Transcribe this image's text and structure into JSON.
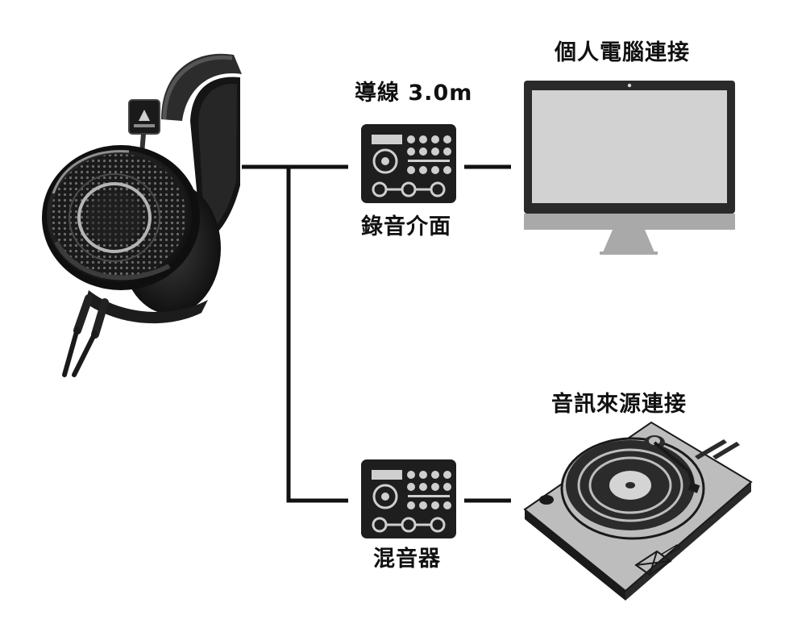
{
  "diagram": {
    "cable_label": "導線 3.0m",
    "interface_label": "錄音介面",
    "pc_label": "個人電腦連接",
    "source_label": "音訊來源連接",
    "mixer_label": "混音器"
  },
  "colors": {
    "line": "#111111",
    "device_body": "#1e1e1e",
    "screen": "#d2d2d2",
    "monitor_frame": "#2a2a2a",
    "monitor_stand": "#a9a9a9",
    "turntable_plinth": "#bdbdbd",
    "platter": "#2b2b2b"
  }
}
